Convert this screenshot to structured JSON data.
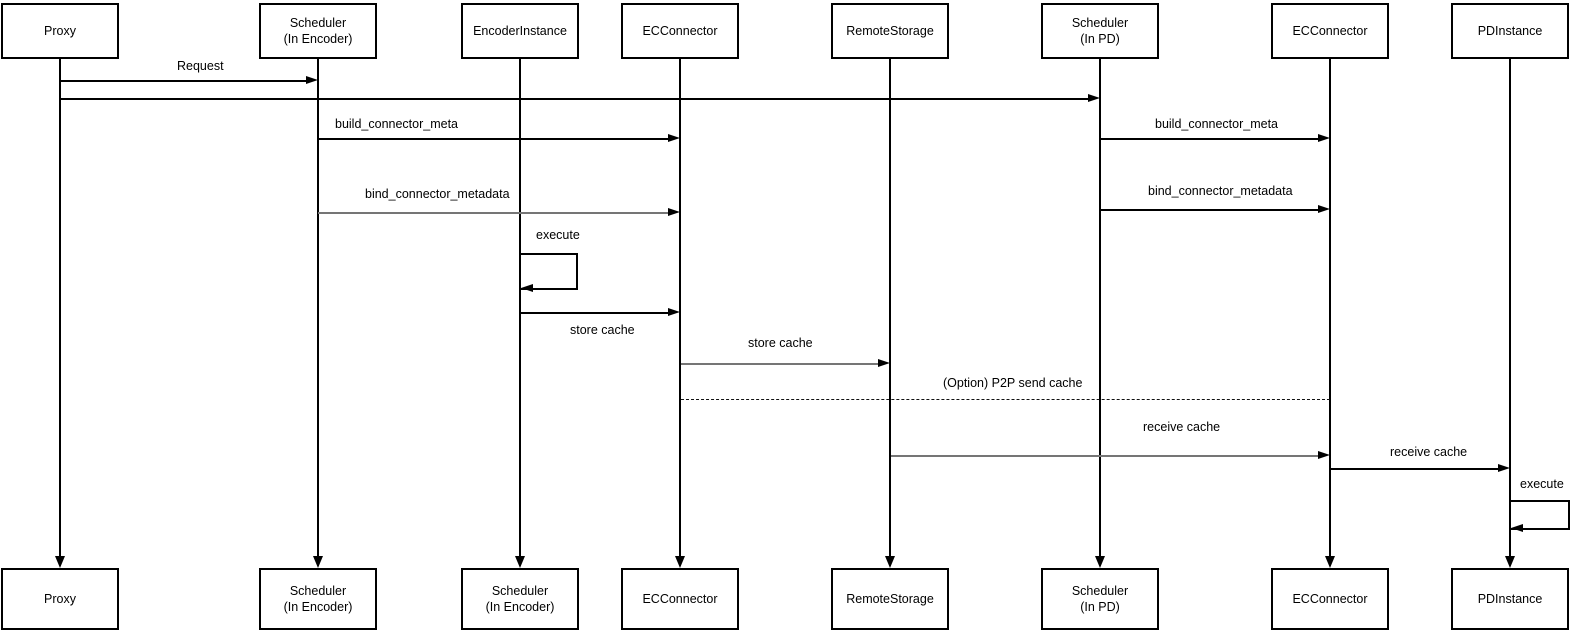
{
  "diagram_type": "sequence-diagram",
  "colors": {
    "background": "#ffffff",
    "line": "#000000",
    "gray_line": "#757575"
  },
  "participants": [
    {
      "top_label": "Proxy",
      "bottom_label": "Proxy"
    },
    {
      "top_label": "Scheduler\n(In Encoder)",
      "bottom_label": "Scheduler\n(In Encoder)"
    },
    {
      "top_label": "EncoderInstance",
      "bottom_label": "Scheduler\n(In Encoder)"
    },
    {
      "top_label": "ECConnector",
      "bottom_label": "ECConnector"
    },
    {
      "top_label": "RemoteStorage",
      "bottom_label": "RemoteStorage"
    },
    {
      "top_label": "Scheduler\n(In PD)",
      "bottom_label": "Scheduler\n(In PD)"
    },
    {
      "top_label": "ECConnector",
      "bottom_label": "ECConnector"
    },
    {
      "top_label": "PDInstance",
      "bottom_label": "PDInstance"
    }
  ],
  "messages": [
    {
      "label": "Request",
      "from": "Proxy",
      "to": "Scheduler (In Encoder)",
      "line": "solid",
      "color": "black"
    },
    {
      "label": "",
      "from": "Proxy",
      "to": "Scheduler (In PD)",
      "line": "solid",
      "color": "black"
    },
    {
      "label": "build_connector_meta",
      "from": "Scheduler (In Encoder)",
      "to": "ECConnector",
      "line": "solid",
      "color": "black"
    },
    {
      "label": "build_connector_meta",
      "from": "Scheduler (In PD)",
      "to": "ECConnector",
      "line": "solid",
      "color": "black"
    },
    {
      "label": "bind_connector_metadata",
      "from": "Scheduler (In Encoder)",
      "to": "ECConnector",
      "line": "solid",
      "color": "gray"
    },
    {
      "label": "bind_connector_metadata",
      "from": "Scheduler (In PD)",
      "to": "ECConnector",
      "line": "solid",
      "color": "black"
    },
    {
      "label": "execute",
      "from": "EncoderInstance",
      "to": "EncoderInstance",
      "line": "self",
      "color": "black"
    },
    {
      "label": "store cache",
      "from": "EncoderInstance",
      "to": "ECConnector",
      "line": "solid",
      "color": "black"
    },
    {
      "label": "store cache",
      "from": "ECConnector",
      "to": "RemoteStorage",
      "line": "solid",
      "color": "gray"
    },
    {
      "label": "(Option) P2P send cache",
      "from": "ECConnector",
      "to": "ECConnector",
      "line": "dashed",
      "color": "black"
    },
    {
      "label": "receive cache",
      "from": "RemoteStorage",
      "to": "ECConnector",
      "line": "solid",
      "color": "gray"
    },
    {
      "label": "receive cache",
      "from": "ECConnector",
      "to": "PDInstance",
      "line": "solid",
      "color": "black"
    },
    {
      "label": "execute",
      "from": "PDInstance",
      "to": "PDInstance",
      "line": "self",
      "color": "black"
    }
  ]
}
